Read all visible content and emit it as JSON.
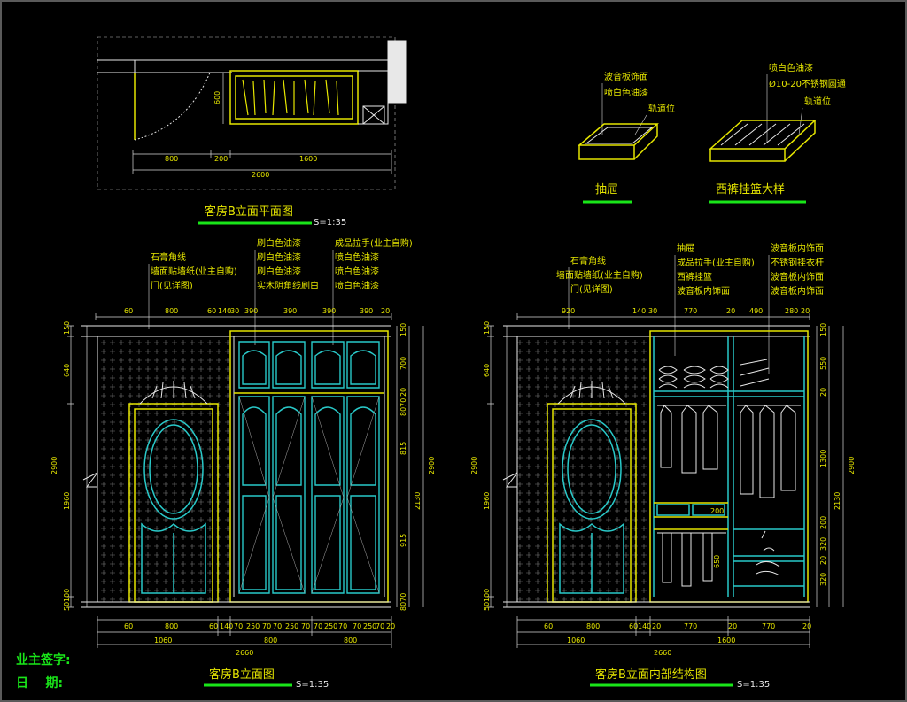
{
  "plan": {
    "title": "客房B立面平面图",
    "scale": "S=1:35",
    "dims": [
      "800",
      "200",
      "1600",
      "2600"
    ],
    "depth": "600"
  },
  "drawer": {
    "title": "抽屉",
    "notes": [
      "波音板饰面",
      "喷白色油漆",
      "轨道位"
    ]
  },
  "basket": {
    "title": "西裤挂篮大样",
    "notes": [
      "喷白色油漆",
      "Ø10-20不锈钢圆通",
      "轨道位"
    ]
  },
  "elev1": {
    "title": "客房B立面图",
    "scale": "S=1:35",
    "notes_left": [
      "石膏角线",
      "墙面贴墙纸(业主自购)",
      "门(见详图)"
    ],
    "notes_mid": [
      "刷白色油漆",
      "刷白色油漆",
      "刷白色油漆",
      "实木阴角线刷白"
    ],
    "notes_right": [
      "成品拉手(业主自购)",
      "喷白色油漆",
      "喷白色油漆",
      "喷白色油漆"
    ],
    "top_dims": [
      "60",
      "800",
      "60",
      "140",
      "30",
      "390",
      "390",
      "390",
      "390",
      "20"
    ],
    "bottom_dims": [
      "60",
      "800",
      "60",
      "140",
      "70",
      "250",
      "70",
      "70",
      "250",
      "70",
      "70",
      "250",
      "70",
      "70",
      "250",
      "70",
      "20"
    ],
    "bottom_dims2": [
      "1060",
      "800",
      "800"
    ],
    "bottom_total": "2660",
    "left_dims": [
      "150",
      "640",
      "2900",
      "1960",
      "100",
      "50"
    ],
    "right_dims": [
      "150",
      "700",
      "20",
      "8070",
      "815",
      "2130",
      "915",
      "2900",
      "8070"
    ]
  },
  "elev2": {
    "title": "客房B立面内部结构图",
    "scale": "S=1:35",
    "notes_left": [
      "石膏角线",
      "墙面贴墙纸(业主自购)",
      "门(见详图)"
    ],
    "notes_mid": [
      "抽屉",
      "成品拉手(业主自购)",
      "西裤挂篮",
      "波音板内饰面"
    ],
    "notes_right": [
      "波音板内饰面",
      "不锈钢挂衣杆",
      "波音板内饰面",
      "波音板内饰面"
    ],
    "top_dims": [
      "920",
      "140",
      "30",
      "770",
      "20",
      "490",
      "280",
      "20"
    ],
    "bottom_dims": [
      "60",
      "800",
      "60",
      "140",
      "20",
      "770",
      "20",
      "770",
      "20"
    ],
    "bottom_dims2": [
      "1060",
      "1600"
    ],
    "bottom_total": "2660",
    "left_dims": [
      "150",
      "640",
      "2900",
      "1960",
      "100",
      "50"
    ],
    "right_dims": [
      "150",
      "550",
      "20",
      "1300",
      "2130",
      "200",
      "320",
      "20",
      "320",
      "2900"
    ],
    "drawer_dim": "200",
    "basket_dim": "650"
  },
  "sign": {
    "owner_label": "业主签字:",
    "date_label": "日    期:"
  },
  "colors": {
    "background": "#000000",
    "yellow": "#e6e600",
    "cyan": "#29c9c9",
    "white": "#e8e8e8",
    "green": "#19e619"
  }
}
